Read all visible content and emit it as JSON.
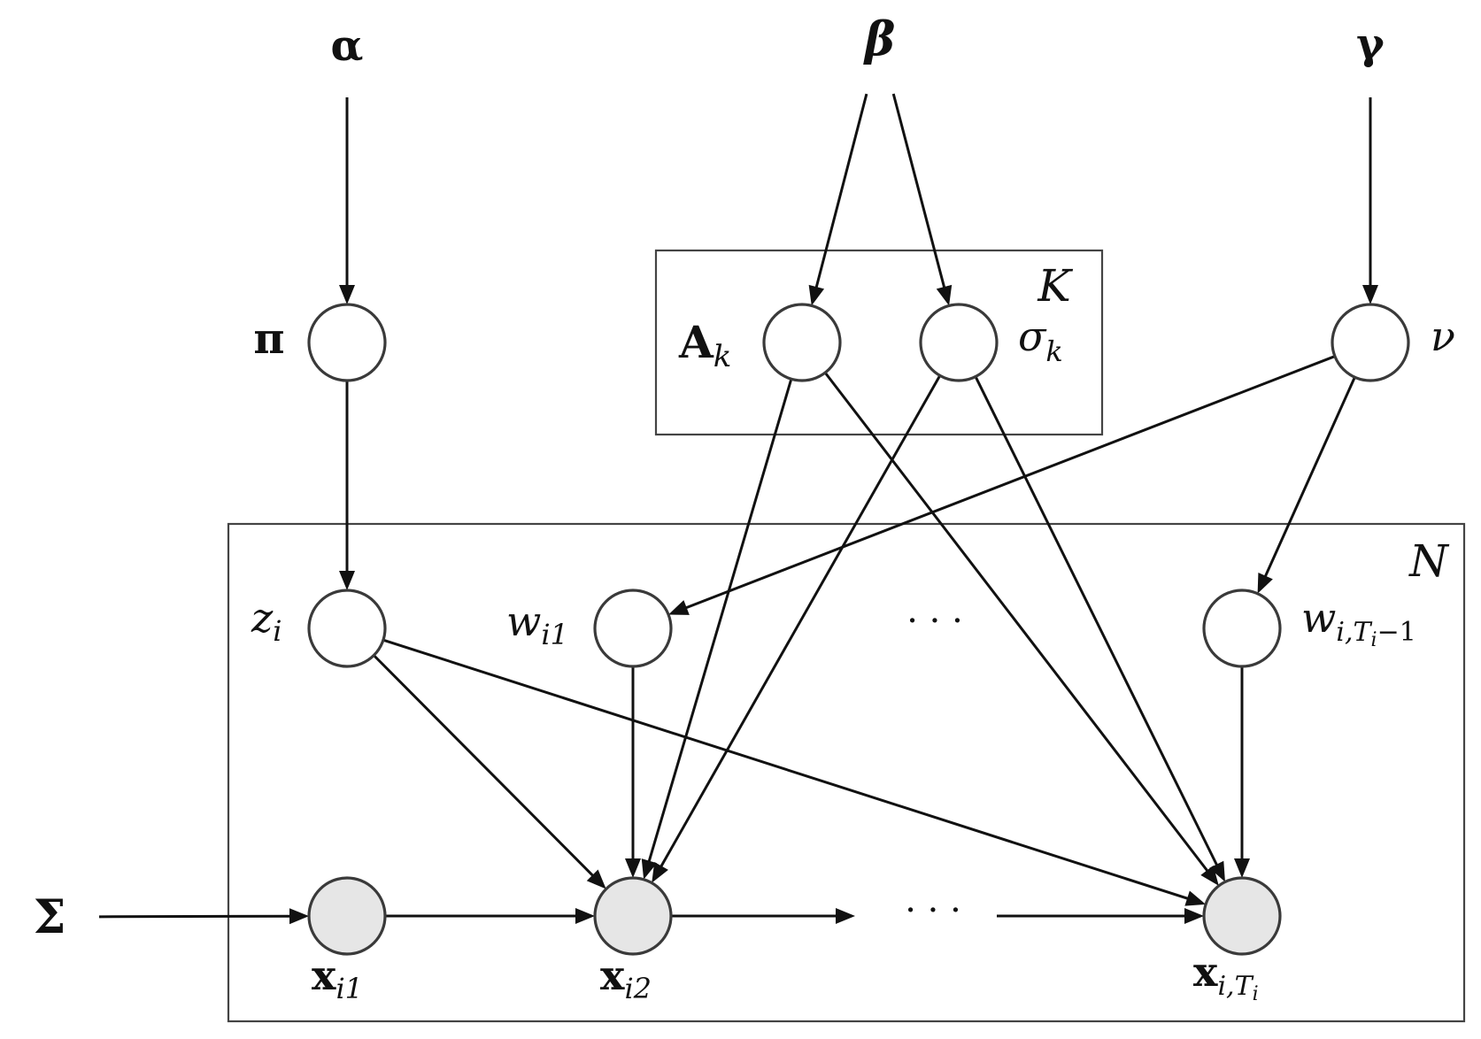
{
  "plates": {
    "K": "K",
    "N": "N"
  },
  "nodes": {
    "alpha": {
      "symbol": "α",
      "observed": false
    },
    "beta": {
      "symbol": "β",
      "observed": false
    },
    "gamma": {
      "symbol": "γ",
      "observed": false
    },
    "Sigma": {
      "symbol": "Σ",
      "observed": false
    },
    "pi": {
      "symbol": "π",
      "observed": false
    },
    "A": {
      "symbol": "A",
      "sub": "k",
      "observed": false
    },
    "sigma": {
      "symbol": "σ",
      "sub": "k",
      "observed": false
    },
    "nu": {
      "symbol": "ν",
      "observed": false
    },
    "z": {
      "symbol": "z",
      "sub": "i",
      "observed": false
    },
    "w1": {
      "symbol": "w",
      "sub": "i1",
      "observed": false
    },
    "wT": {
      "symbol": "w",
      "sub_a": "i,",
      "sub_b": "T",
      "sub_c": "i",
      "sub_d": "−1",
      "observed": false
    },
    "x1": {
      "symbol": "x",
      "sub": "i1",
      "observed": true
    },
    "x2": {
      "symbol": "x",
      "sub": "i2",
      "observed": true
    },
    "xT": {
      "symbol": "x",
      "sub_a": "i,",
      "sub_b": "T",
      "sub_c": "i",
      "observed": true
    }
  },
  "ellipsis": {
    "middle": "· · ·",
    "bottom": "· · ·"
  },
  "colors": {
    "observed_fill": "#e6e6e6",
    "latent_fill": "#ffffff",
    "stroke": "#3a3a3a",
    "edge": "#111111"
  },
  "edges": [
    [
      "alpha",
      "pi"
    ],
    [
      "beta",
      "A"
    ],
    [
      "beta",
      "sigma"
    ],
    [
      "gamma",
      "nu"
    ],
    [
      "pi",
      "z"
    ],
    [
      "nu",
      "w1"
    ],
    [
      "nu",
      "wT"
    ],
    [
      "A",
      "x2"
    ],
    [
      "A",
      "xT"
    ],
    [
      "sigma",
      "x2"
    ],
    [
      "sigma",
      "xT"
    ],
    [
      "z",
      "x2"
    ],
    [
      "z",
      "xT"
    ],
    [
      "w1",
      "x2"
    ],
    [
      "wT",
      "xT"
    ],
    [
      "Sigma",
      "x1"
    ],
    [
      "x1",
      "x2"
    ],
    [
      "x2",
      "ellipsis_bottom"
    ],
    [
      "ellipsis_bottom",
      "xT"
    ]
  ]
}
